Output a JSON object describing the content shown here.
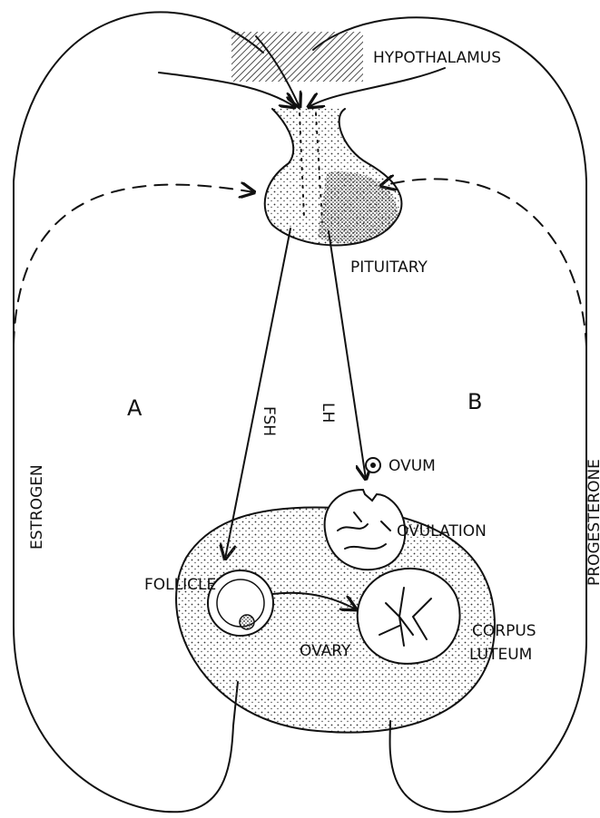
{
  "diagram": {
    "labels": {
      "hypothalamus": "HYPOTHALAMUS",
      "pituitary": "PITUITARY",
      "fsh": "FSH",
      "lh": "LH",
      "region_a": "A",
      "region_b": "B",
      "estrogen": "ESTROGEN",
      "progesterone": "PROGESTERONE",
      "ovum": "OVUM",
      "ovulation": "OVULATION",
      "follicle": "FOLLICLE",
      "ovary": "OVARY",
      "corpus_luteum_line1": "CORPUS",
      "corpus_luteum_line2": "LUTEUM"
    }
  }
}
